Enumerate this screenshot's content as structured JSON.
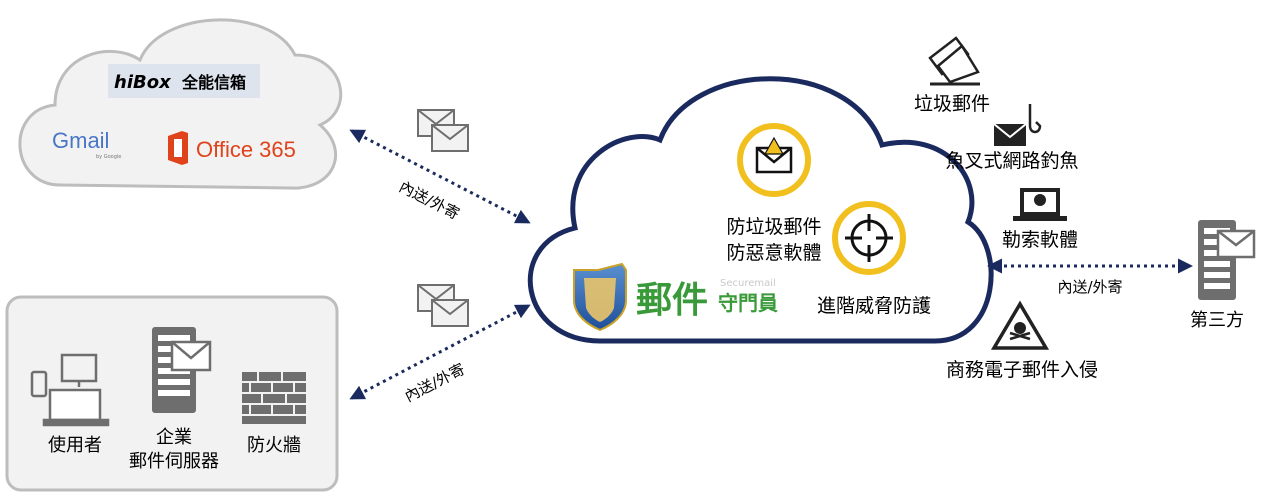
{
  "providers": {
    "hibox_logo": "hiBox",
    "hibox_text": "全能信箱",
    "gmail": "Gmail",
    "gmail_sub": "by Google",
    "office365": "Office 365"
  },
  "links": {
    "upper_left": "內送/外寄",
    "lower_left": "內送/外寄",
    "right": "內送/外寄"
  },
  "local": {
    "users": "使用者",
    "server_line1": "企業",
    "server_line2": "郵件伺服器",
    "firewall": "防火牆"
  },
  "center": {
    "antispam_line1": "防垃圾郵件",
    "antispam_line2": "防惡意軟體",
    "advanced": "進階威脅防護",
    "brand_main": "郵件",
    "brand_sub": "守門員",
    "brand_en": "Securemail"
  },
  "threats": {
    "spam": "垃圾郵件",
    "phishing": "魚叉式網路釣魚",
    "ransomware": "勒索軟體",
    "bec": "商務電子郵件入侵"
  },
  "third_party": "第三方",
  "colors": {
    "navy": "#1a2a5e",
    "gold": "#f2c01e",
    "gray": "#6e6e6e",
    "cloud_border": "#bdbdbd",
    "cloud_fill": "#f2f2f2",
    "brand_green": "#3a9a3a"
  }
}
